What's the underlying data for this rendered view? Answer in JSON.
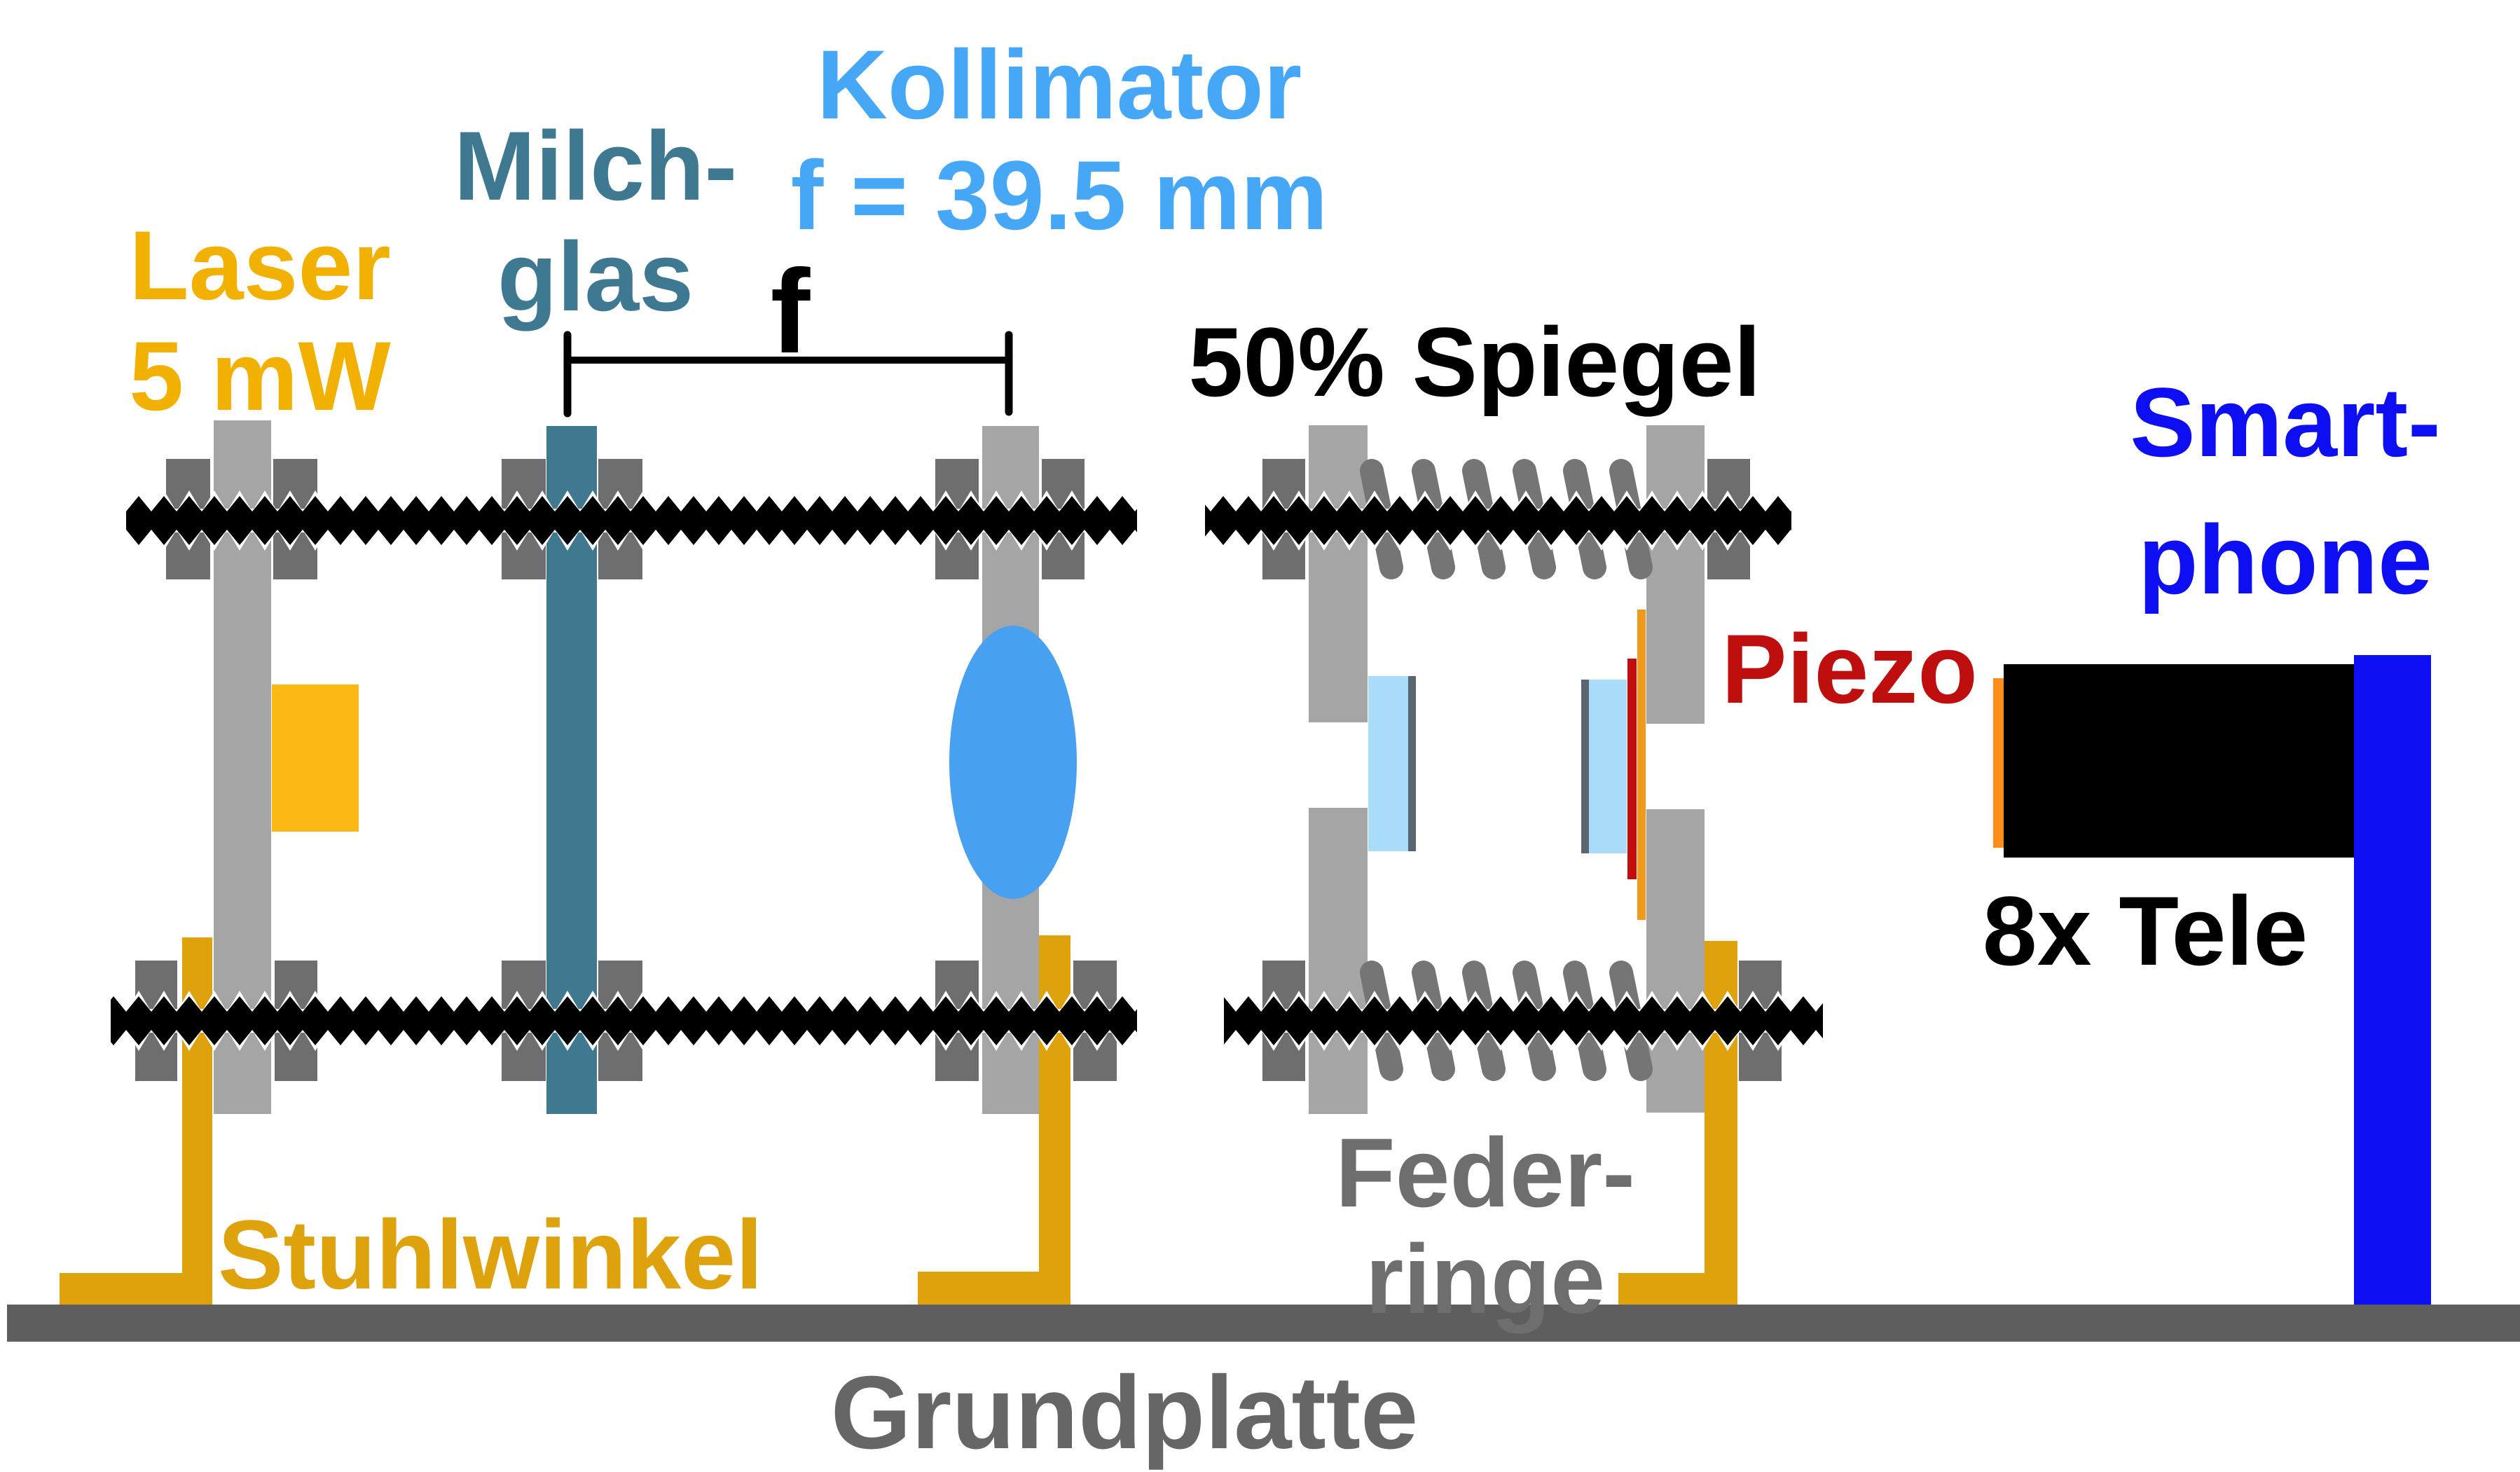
{
  "figure": {
    "kind": "optical-interferometer-setup-diagram",
    "labels": {
      "laser": {
        "line1": "Laser",
        "line2": "5 mW",
        "color": "#F2B100"
      },
      "milchglas": {
        "line1": "Milch-",
        "line2": "glas",
        "color": "#3E7991"
      },
      "kollimator": {
        "line1": "Kollimator",
        "line2": "f = 39.5 mm",
        "color": "#47A7F7"
      },
      "focal_marker": {
        "text": "f",
        "color": "#000000"
      },
      "mirror": {
        "text": "50% Spiegel",
        "color": "#000000"
      },
      "piezo": {
        "text": "Piezo",
        "color": "#BE0E0E"
      },
      "smartphone": {
        "line1": "Smart-",
        "line2": "phone",
        "color": "#0E0EF2"
      },
      "telephoto": {
        "text": "8x Tele",
        "color": "#000000"
      },
      "bracket": {
        "text": "Stuhlwinkel",
        "color": "#DEA20D"
      },
      "spring_washers": {
        "line1": "Feder-",
        "line2": "ringe",
        "color": "#6E6E6E"
      },
      "baseplate": {
        "text": "Grundplatte",
        "color": "#666666"
      }
    },
    "colors": {
      "post_gray": "#A5A5A5",
      "nut_gray": "#6E6E6E",
      "spring_gray": "#757575",
      "baseplate_gray": "#5E5E5E",
      "threaded_rod_black": "#000000",
      "laser_body_gold": "#FCB913",
      "bracket_gold": "#DEA20D",
      "frosted_glass_teal": "#40788F",
      "collimator_lens_blue": "#47A0F0",
      "mirror_glass_lightblue": "#A9DCFA",
      "mirror_edge_gray": "#5B6670",
      "piezo_red": "#C00D0D",
      "piezo_contact_orange": "#EF9A1D",
      "eyepiece_orange": "#FF8D1A",
      "smartphone_blue": "#0E0EF2",
      "telescope_black": "#000000"
    }
  }
}
